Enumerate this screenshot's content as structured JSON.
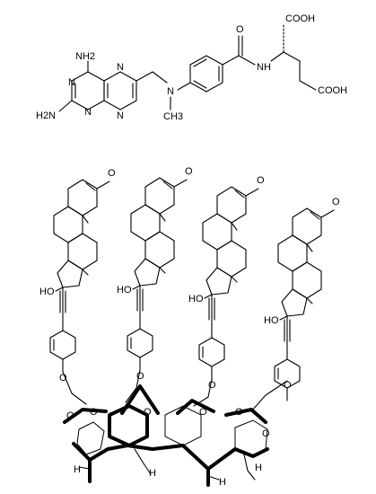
{
  "top_molecule": {
    "labels": {
      "nh2_top": "NH2",
      "nh2_left": "H2N",
      "n1": "N",
      "n2": "N",
      "n3": "N",
      "n4": "N",
      "n_amine": "N",
      "ch3": "CH3",
      "carbonyl_o": "O",
      "nh": "H",
      "nh_n": "N",
      "cooh_top": "COOH",
      "cooh_side": "COOH"
    }
  },
  "steroid_labels": {
    "ketone_o": "O",
    "hydroxyl": "HO"
  },
  "calixarene_labels": {
    "o_link": "O",
    "h": "H"
  }
}
